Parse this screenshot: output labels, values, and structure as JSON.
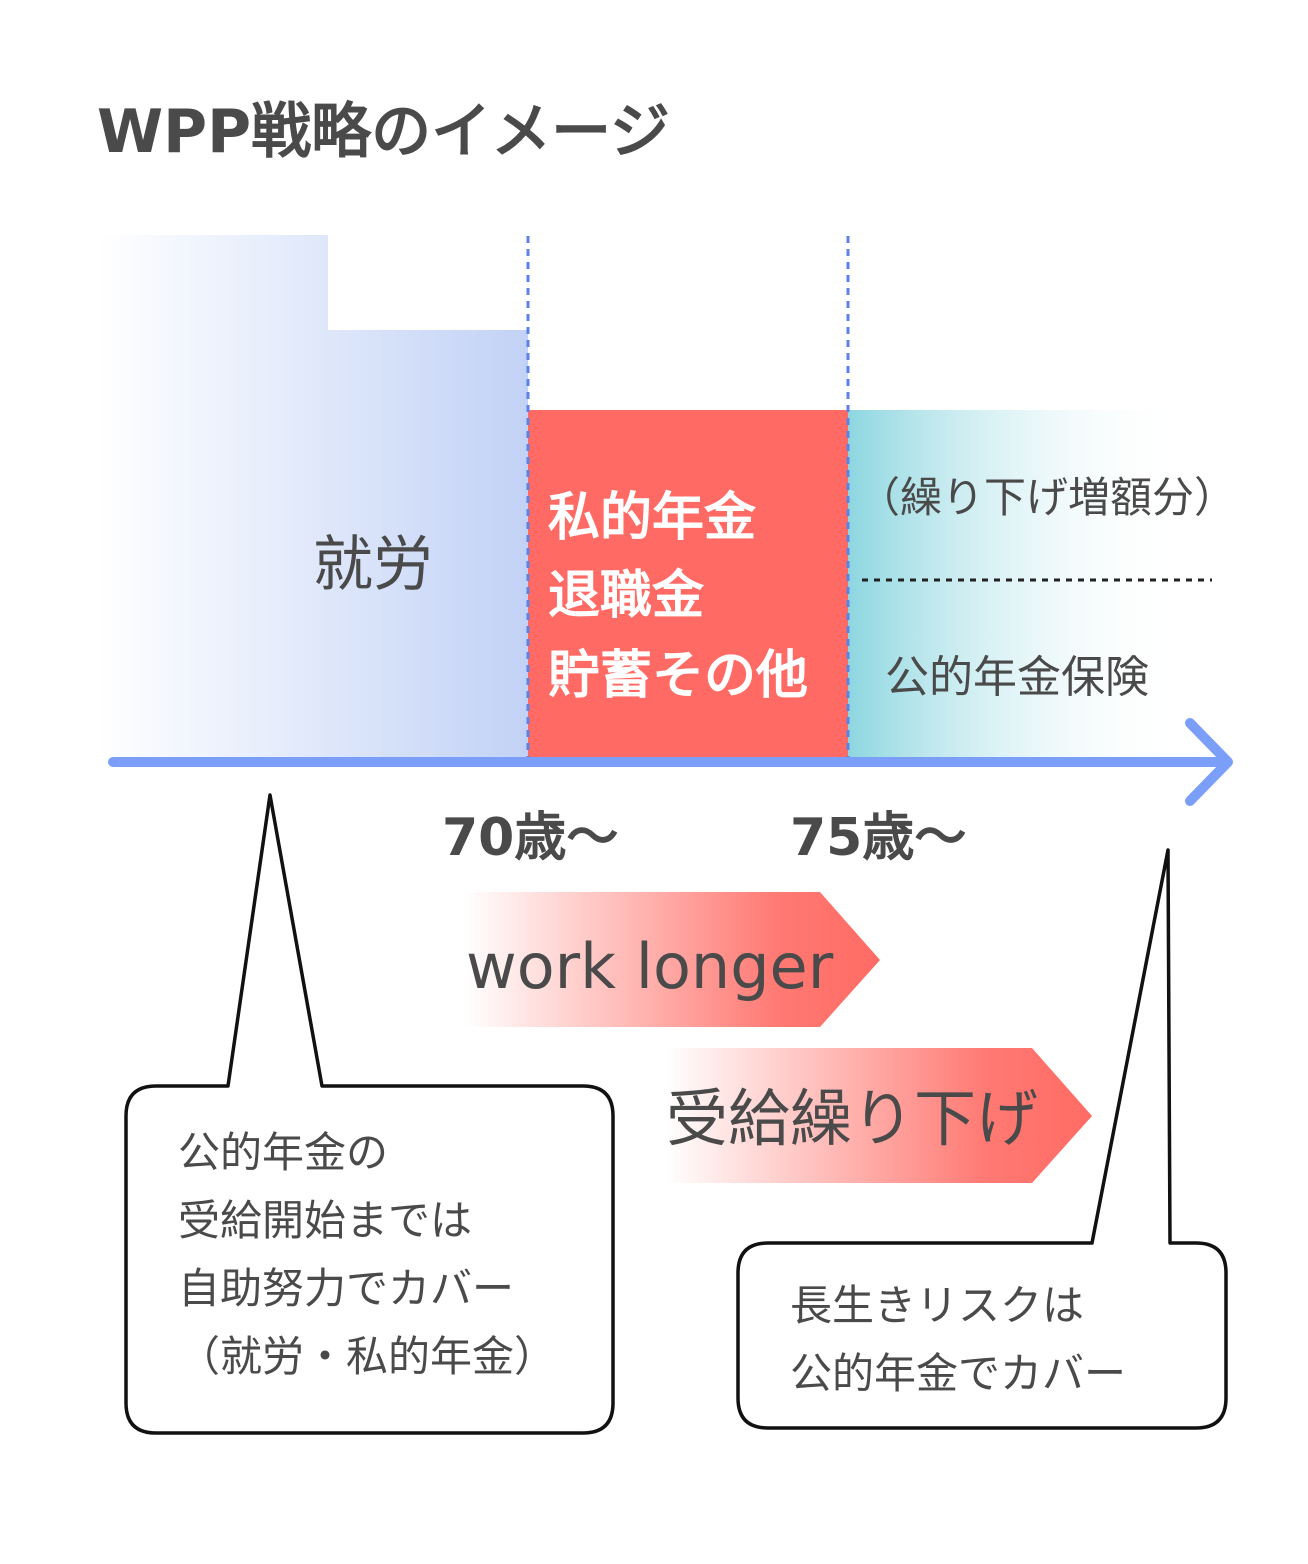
{
  "title": "WPP戦略のイメージ",
  "segments": {
    "work": "就労",
    "private": [
      "私的年金",
      "退職金",
      "貯蓄その他"
    ],
    "deferred_increase": "（繰り下げ増額分）",
    "public": "公的年金保険"
  },
  "ages": [
    "70歳〜",
    "75歳〜"
  ],
  "arrows": [
    "work longer",
    "受給繰り下げ"
  ],
  "callouts": {
    "left": [
      "公的年金の",
      "受給開始までは",
      "自助努力でカバー",
      "（就労・私的年金）"
    ],
    "right": [
      "長生きリスクは",
      "公的年金でカバー"
    ]
  },
  "colors": {
    "text": "#4a4a4a",
    "blue": "#7b9ef8",
    "blue_fill": "#c2d2f6",
    "red": "#ff6b64",
    "teal": "#8dd6e0"
  }
}
